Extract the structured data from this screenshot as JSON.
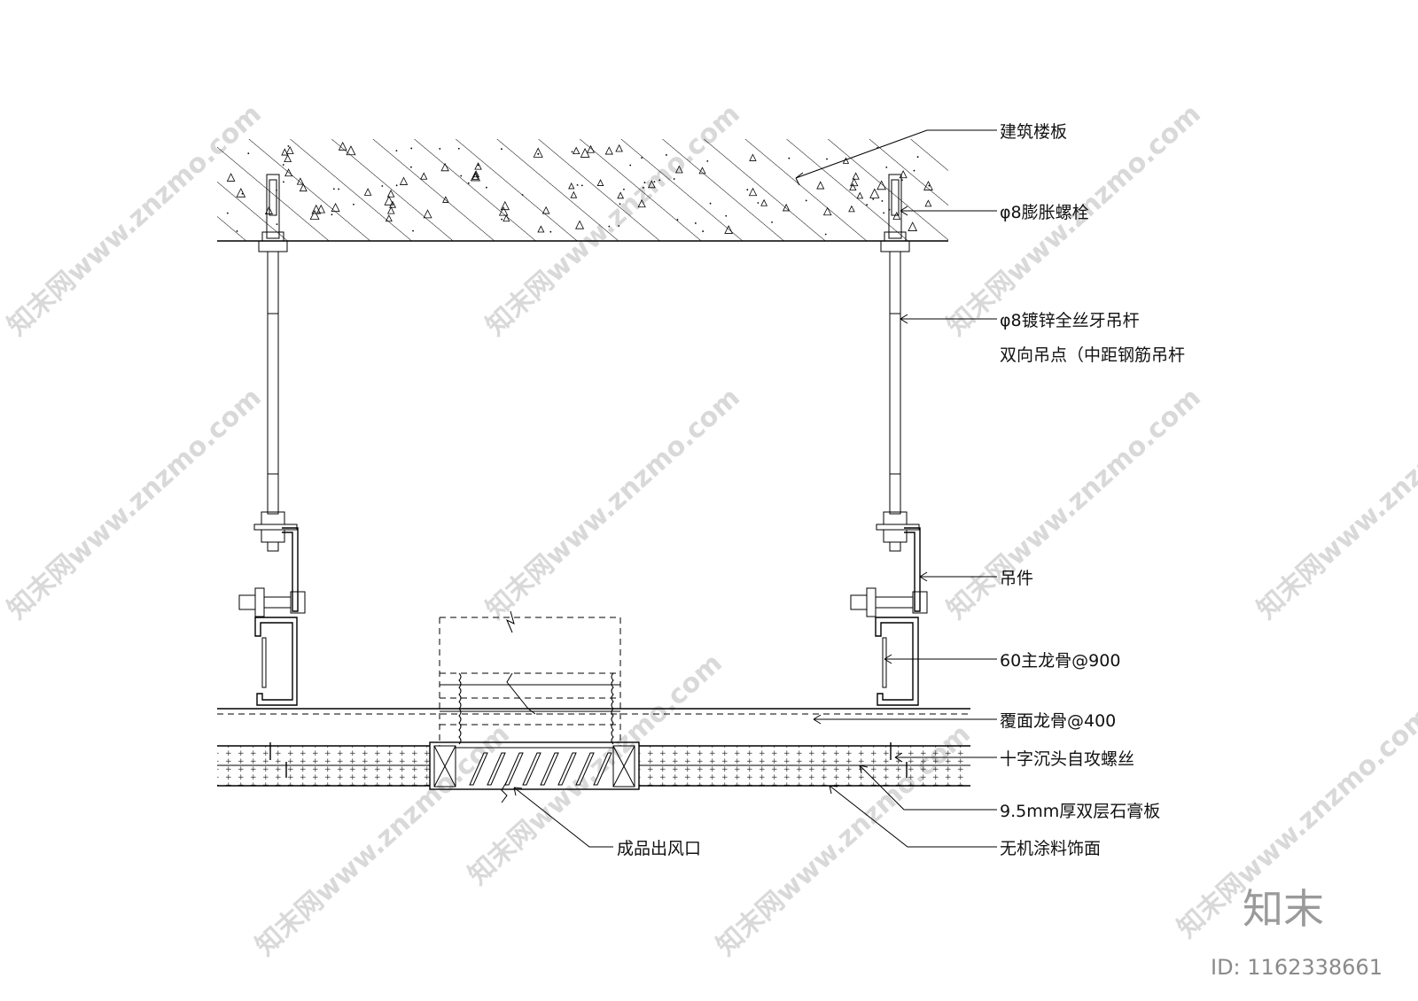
{
  "labels": {
    "floor_slab": "建筑楼板",
    "expansion_bolt": "φ8膨胀螺栓",
    "rod_line1": "φ8镀锌全丝牙吊杆",
    "rod_line2": "双向吊点（中距钢筋吊杆",
    "hanger": "吊件",
    "main_keel": "60主龙骨@900",
    "cover_keel": "覆面龙骨@400",
    "screw": "十字沉头自攻螺丝",
    "gypsum": "9.5mm厚双层石膏板",
    "paint": "无机涂料饰面",
    "outlet": "成品出风口"
  },
  "watermark": {
    "text": "知末网www.znzmo.com",
    "brand": "知末",
    "id": "ID: 1162338661"
  },
  "colors": {
    "line": "#000000",
    "watermark": "#d9d9d9",
    "brand": "#9a9a9a"
  }
}
